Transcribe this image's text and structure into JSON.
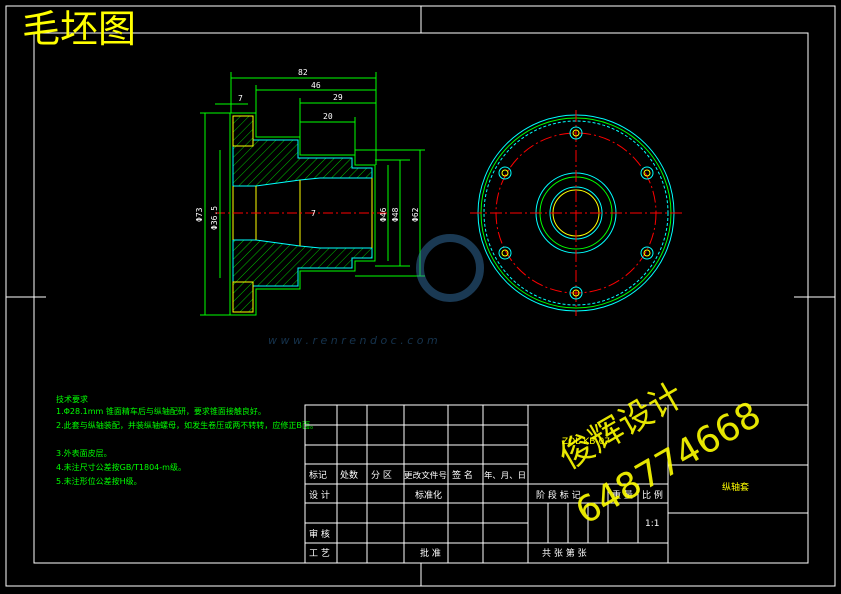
{
  "sheet_title": "毛坯图",
  "dimensions": {
    "overall_length": "82",
    "len_46": "46",
    "len_29": "29",
    "len_20": "20",
    "len_7": "7",
    "dia_left_outer": "Φ73",
    "dia_left_inner": "Φ36.5",
    "dia_1": "Φ46",
    "dia_2": "Φ48",
    "dia_3": "Φ62",
    "small_7": "7"
  },
  "watermark": {
    "url": "w w w . r e n r e n d o c . c o m"
  },
  "technical_requirements": {
    "title": "技术要求",
    "items": [
      "1.Φ28.1mm 锥面精车后与纵轴配研，要求锥面接触良好。",
      "2.此套与纵轴装配，并装纵轴螺母，如发生卷压或两不转转，应修正B面。",
      "3.外表面皮层。",
      "4.未注尺寸公差按GB/T1804-m级。",
      "5.未注形位公差按H级。"
    ]
  },
  "title_block": {
    "row_header": [
      "标记",
      "处数",
      "分 区",
      "更改文件号",
      "签 名",
      "年、月、日"
    ],
    "design": "设 计",
    "standardize": "标准化",
    "review": "审 核",
    "process": "工 艺",
    "approve": "批 准",
    "stage_mark": "阶 段 标 记",
    "weight": "重 量",
    "scale_label": "比 例",
    "scale_value": "1:1",
    "sheets": "共    张 第    张",
    "part_name": "纵轴套",
    "drawing_no": "ZOL-KB-07"
  },
  "overlay": {
    "line1": "俊辉设计",
    "line2": "648774668"
  }
}
